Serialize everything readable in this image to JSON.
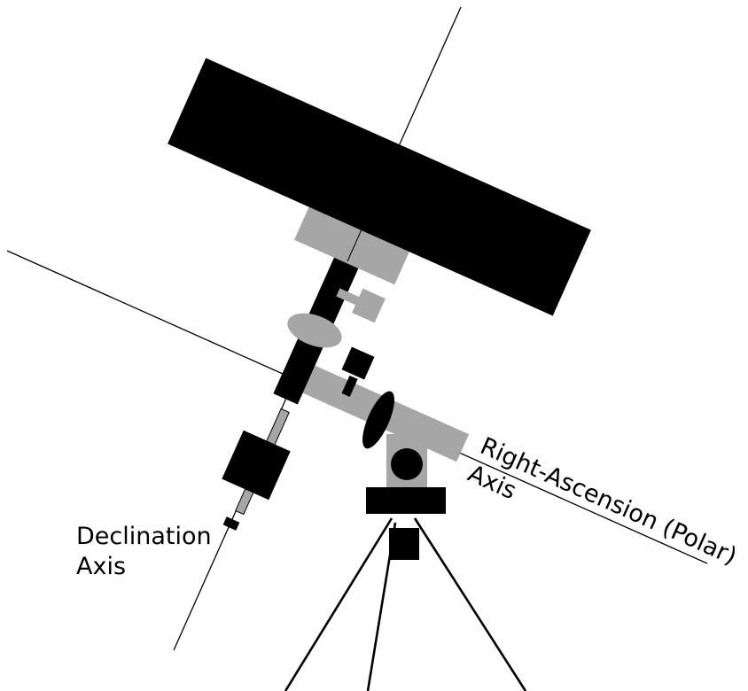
{
  "diagram": {
    "subject": "German equatorial telescope mount",
    "labels": {
      "declination_line1": "Declination",
      "declination_line2": "Axis",
      "right_ascension_line1": "Right-Ascension (Polar)",
      "right_ascension_line2": "Axis"
    },
    "colors": {
      "background": "#ffffff",
      "solid_parts": "#000000",
      "grey_parts": "#a6a6a6",
      "axis_lines": "#000000"
    }
  }
}
